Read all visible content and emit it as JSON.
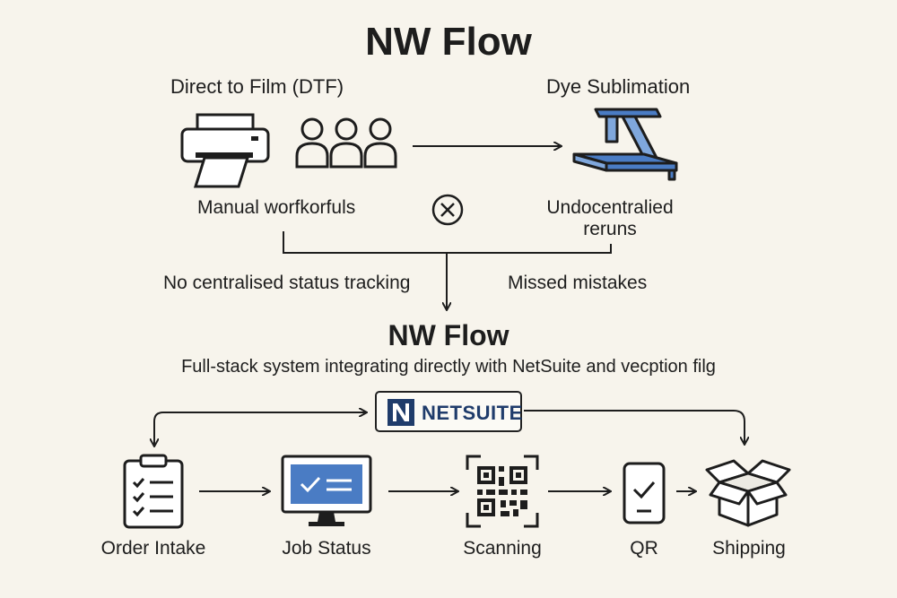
{
  "title": "NW Flow",
  "current_state": {
    "dtf_label": "Direct to Film (DTF)",
    "dye_label": "Dye Sublimation",
    "manual_label": "Manual worfkorfuls",
    "undoc_label_line1": "Undocentralied",
    "undoc_label_line2": "reruns",
    "no_tracking_label": "No centralised status tracking",
    "missed_label": "Missed mistakes"
  },
  "solution": {
    "title": "NW Flow",
    "subtitle": "Full-stack system integrating directly with NetSuite and vecption filg",
    "netsuite_label": "NETSUITE"
  },
  "steps": [
    {
      "label": "Order Intake",
      "icon": "clipboard-checklist-icon"
    },
    {
      "label": "Job Status",
      "icon": "monitor-icon"
    },
    {
      "label": "Scanning",
      "icon": "qr-scan-icon"
    },
    {
      "label": "QR",
      "icon": "mobile-check-icon"
    },
    {
      "label": "Shipping",
      "icon": "open-box-icon"
    }
  ],
  "colors": {
    "accent_blue": "#4a7cc4",
    "light_blue": "#7fa7dc",
    "netsuite_navy": "#1f3c6b",
    "ink": "#1d1d1d",
    "background": "#f7f4ec"
  }
}
